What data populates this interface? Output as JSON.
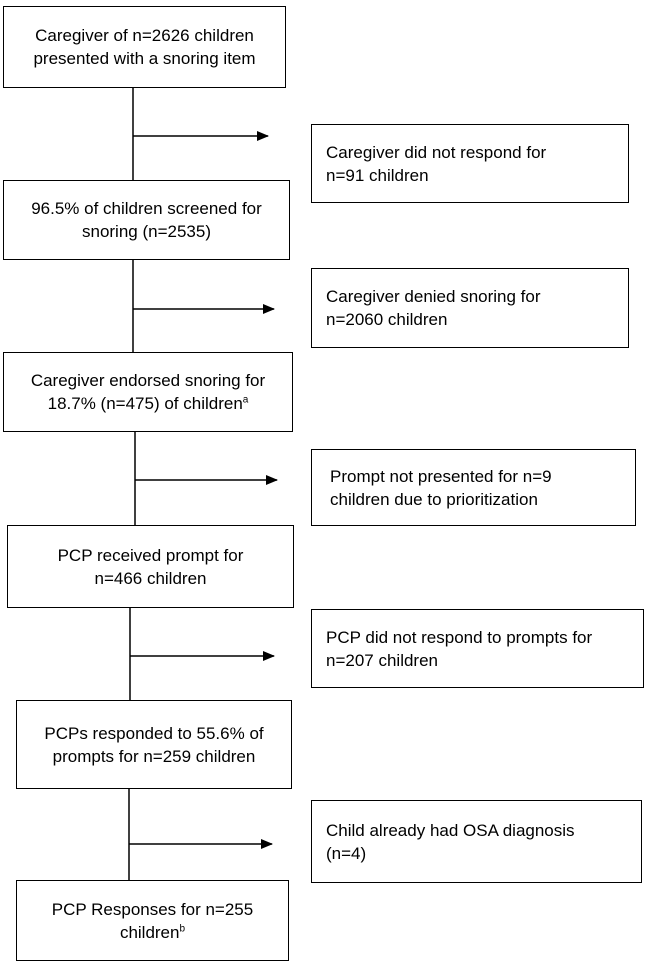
{
  "main_steps": [
    {
      "lines": [
        "Caregiver of n=2626 children",
        "presented with a snoring item"
      ]
    },
    {
      "lines": [
        "96.5% of children screened for",
        "snoring (n=2535)"
      ]
    },
    {
      "lines": [
        "Caregiver endorsed snoring for",
        "18.7% (n=475) of children"
      ],
      "sup": "a"
    },
    {
      "lines": [
        "PCP received prompt for",
        "n=466 children"
      ]
    },
    {
      "lines": [
        "PCPs responded to 55.6% of",
        "prompts for n=259 children"
      ]
    },
    {
      "lines": [
        "PCP Responses for n=255",
        "children"
      ],
      "sup": "b"
    }
  ],
  "exclusions": [
    {
      "lines": [
        "Caregiver did not respond for",
        "n=91 children"
      ]
    },
    {
      "lines": [
        "Caregiver denied snoring for",
        "n=2060 children"
      ]
    },
    {
      "lines": [
        "Prompt not presented for n=9",
        "children due to prioritization"
      ]
    },
    {
      "lines": [
        "PCP did not respond to prompts for",
        "n=207 children"
      ]
    },
    {
      "lines": [
        "Child already had OSA diagnosis",
        "(n=4)"
      ]
    }
  ]
}
